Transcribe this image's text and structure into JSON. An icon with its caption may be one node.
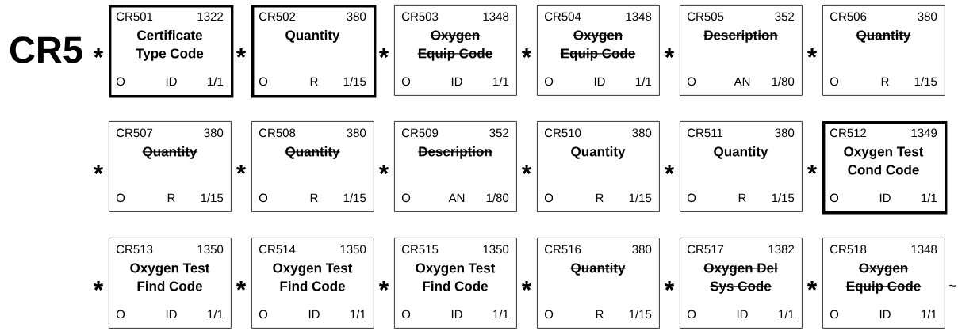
{
  "diagram": {
    "nodes": [
      {
        "text": [
          "CR501",
          "1322",
          "Certificate Type Code",
          "O",
          "ID",
          "1/1"
        ]
      },
      {
        "text": [
          "CR502",
          "380",
          "Quantity",
          "O",
          "R",
          "1/15"
        ]
      },
      {
        "text": [
          "CR503",
          "1348",
          "Oxygen Equip Code",
          "O",
          "ID",
          "1/1"
        ]
      },
      {
        "text": [
          "CR504",
          "1348",
          "Oxygen Equip Code",
          "O",
          "ID",
          "1/1"
        ]
      },
      {
        "text": [
          "CR505",
          "352",
          "Description",
          "O",
          "AN",
          "1/80"
        ]
      },
      {
        "text": [
          "CR506",
          "380",
          "Quantity",
          "O",
          "R",
          "1/15"
        ]
      },
      {
        "text": [
          "CR507",
          "380",
          "Quantity",
          "O",
          "R",
          "1/15"
        ]
      },
      {
        "text": [
          "CR508",
          "380",
          "Quantity",
          "O",
          "R",
          "1/15"
        ]
      },
      {
        "text": [
          "CR509",
          "352",
          "Description",
          "O",
          "AN",
          "1/80"
        ]
      },
      {
        "text": [
          "CR510",
          "380",
          "Quantity",
          "O",
          "R",
          "1/15"
        ]
      },
      {
        "text": [
          "CR511",
          "380",
          "Quantity",
          "O",
          "R",
          "1/15"
        ]
      },
      {
        "text": [
          "CR512",
          "1349",
          "Oxygen Test Cond Code",
          "O",
          "ID",
          "1/1"
        ]
      },
      {
        "text": [
          "CR513",
          "1350",
          "Oxygen Test Find Code",
          "O",
          "ID",
          "1/1"
        ]
      },
      {
        "text": [
          "CR514",
          "1350",
          "Oxygen Test Find Code",
          "O",
          "ID",
          "1/1"
        ]
      },
      {
        "text": [
          "CR515",
          "1350",
          "Oxygen Test Find Code",
          "O",
          "ID",
          "1/1"
        ]
      },
      {
        "text": [
          "CR516",
          "380",
          "Quantity",
          "O",
          "R",
          "1/15"
        ]
      },
      {
        "text": [
          "CR517",
          "1382",
          "Oxygen Del Sys Code",
          "O",
          "ID",
          "1/1"
        ]
      },
      {
        "text": [
          "CR518",
          "1348",
          "Oxygen Equip Code",
          "O",
          "ID",
          "1/1"
        ]
      }
    ],
    "labels": [
      "CR5",
      "*",
      "*",
      "*",
      "*",
      "*",
      "*",
      "*",
      "*",
      "*",
      "*",
      "*",
      "*",
      "*",
      "*",
      "*",
      "*",
      "*",
      "*",
      "~"
    ]
  }
}
